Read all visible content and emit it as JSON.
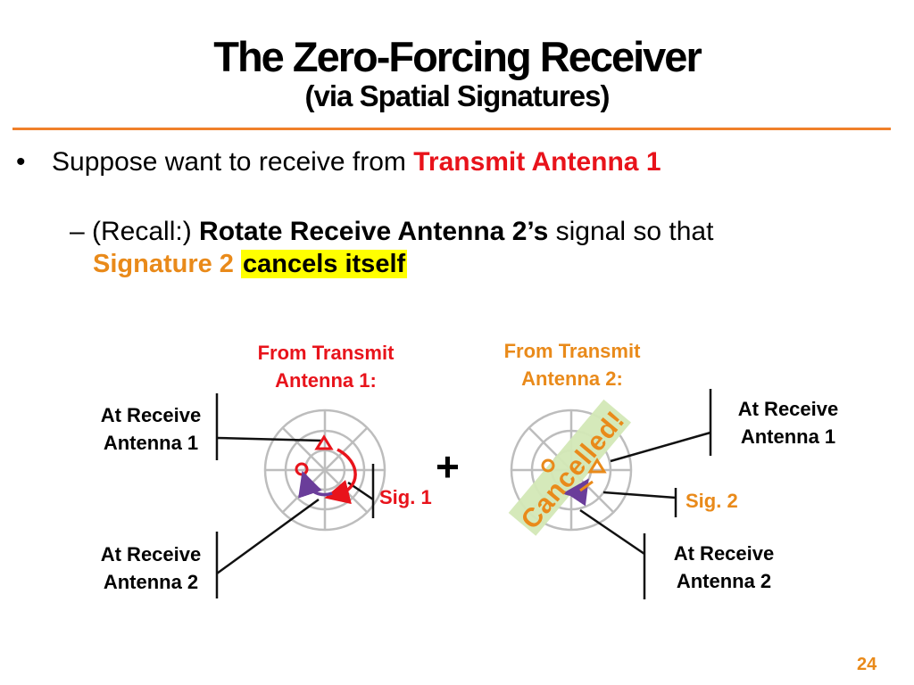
{
  "title": "The Zero-Forcing Receiver",
  "subtitle": "(via Spatial Signatures)",
  "bullet": {
    "marker": "•",
    "text": "Suppose want to receive from ",
    "highlight": "Transmit Antenna 1"
  },
  "sub_bullet": {
    "marker": "–",
    "prefix": "(Recall:) ",
    "bold": "Rotate Receive Antenna 2’s",
    "suffix": " signal so that",
    "signature": "Signature 2",
    "cancels": "cancels itself"
  },
  "left_diagram": {
    "header_line1": "From Transmit",
    "header_line2": "Antenna 1:",
    "rx1_line1": "At Receive",
    "rx1_line2": "Antenna 1",
    "rx2_line1": "At Receive",
    "rx2_line2": "Antenna 2",
    "sig_label": "Sig. 1"
  },
  "plus_sign": "+",
  "right_diagram": {
    "header_line1": "From Transmit",
    "header_line2": "Antenna 2:",
    "rx1_line1": "At Receive",
    "rx1_line2": "Antenna 1",
    "rx2_line1": "At Receive",
    "rx2_line2": "Antenna 2",
    "sig_label": "Sig. 2",
    "cancelled_label": "Cancelled!"
  },
  "page_number": "24",
  "colors": {
    "rule": "#f0802a",
    "red": "#e8131b",
    "orange": "#e98a1a",
    "purple": "#6a3d9a",
    "highlight": "#ffff00",
    "cancelled_banner": "#d3e8b6"
  }
}
